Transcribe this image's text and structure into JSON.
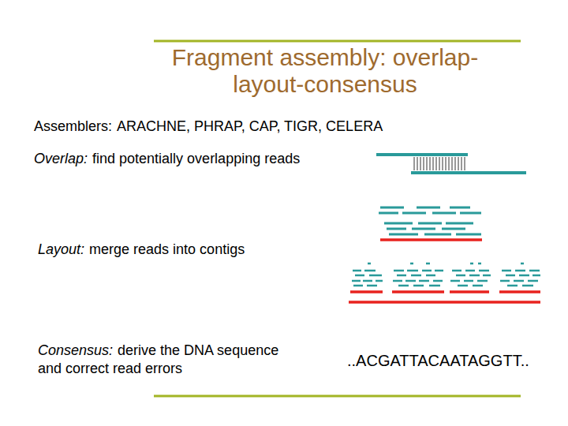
{
  "diagram": {
    "title": "Fragment assembly: overlap-layout-consensus",
    "labels": [
      "Assemblers:",
      "ARACHNE, PHRAP, CAP, TIGR, CELERA",
      "Overlap:",
      "find potentially overlapping reads",
      "Layout:",
      "merge reads into contigs",
      "Consensus:",
      "derive the DNA sequence and correct read errors",
      "..ACGATTACAATAGGTT.."
    ]
  }
}
